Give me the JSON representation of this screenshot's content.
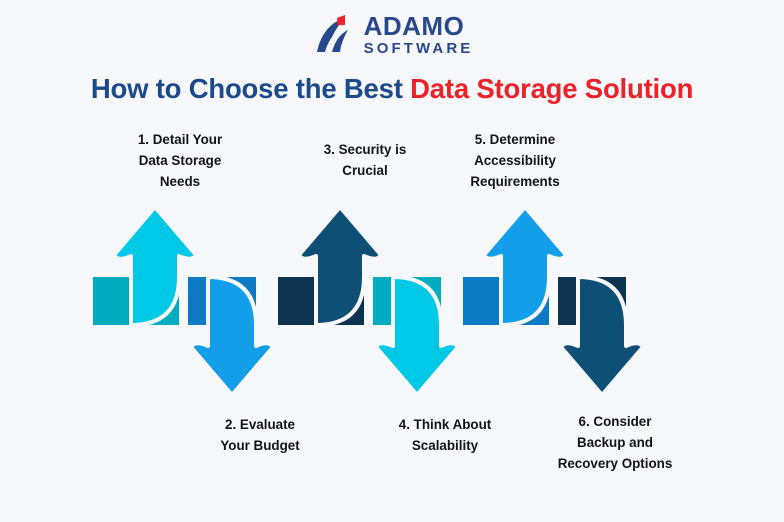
{
  "background_color": "#f7f8fc",
  "brand": {
    "logo_icon": "adamo-swoosh-logo",
    "name": "ADAMO",
    "subtitle": "SOFTWARE",
    "color": "#28488c",
    "accent_color": "#ec2227"
  },
  "title": {
    "part_a": "How to Choose the Best ",
    "part_b": "Data Storage Solution",
    "part_a_color": "#1b4a8c",
    "part_b_color": "#ec2227"
  },
  "flow": {
    "steps": [
      {
        "number": "1",
        "label": "1. Detail Your\nData Storage\nNeeds",
        "direction": "up",
        "tail_color": "#00adc0",
        "arrow_color": "#00c9e8"
      },
      {
        "number": "2",
        "label": "2. Evaluate\nYour Budget",
        "direction": "down",
        "tail_color": "#0c7ac4",
        "arrow_color": "#129ee8"
      },
      {
        "number": "3",
        "label": "3. Security is\nCrucial",
        "direction": "up",
        "tail_color": "#0c3450",
        "arrow_color": "#0e5075"
      },
      {
        "number": "4",
        "label": "4. Think About\nScalability",
        "direction": "down",
        "tail_color": "#00adc0",
        "arrow_color": "#00c9e8"
      },
      {
        "number": "5",
        "label": "5. Determine\nAccessibility\nRequirements",
        "direction": "up",
        "tail_color": "#0c7ac4",
        "arrow_color": "#129ee8"
      },
      {
        "number": "6",
        "label": "6. Consider\nBackup and\nRecovery Options",
        "direction": "down",
        "tail_color": "#0c3450",
        "arrow_color": "#0e5075"
      }
    ]
  }
}
